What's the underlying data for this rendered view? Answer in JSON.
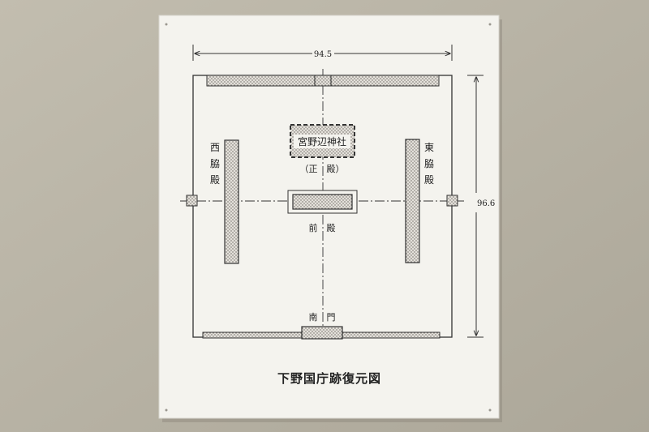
{
  "diagram": {
    "title": "下野国庁跡復元図",
    "dimensions": {
      "width": "94.5",
      "height": "96.6"
    },
    "labels": {
      "shrine": "宮野辺神社",
      "main_hall": "（正　殿）",
      "front_hall": "前　殿",
      "west_hall": "西脇殿",
      "east_hall": "東脇殿",
      "south_gate": "南　門"
    }
  },
  "colors": {
    "wall": "#b9b4a6",
    "board": "#f4f3ee",
    "line": "#333333",
    "fill": "#d6d2ca"
  }
}
